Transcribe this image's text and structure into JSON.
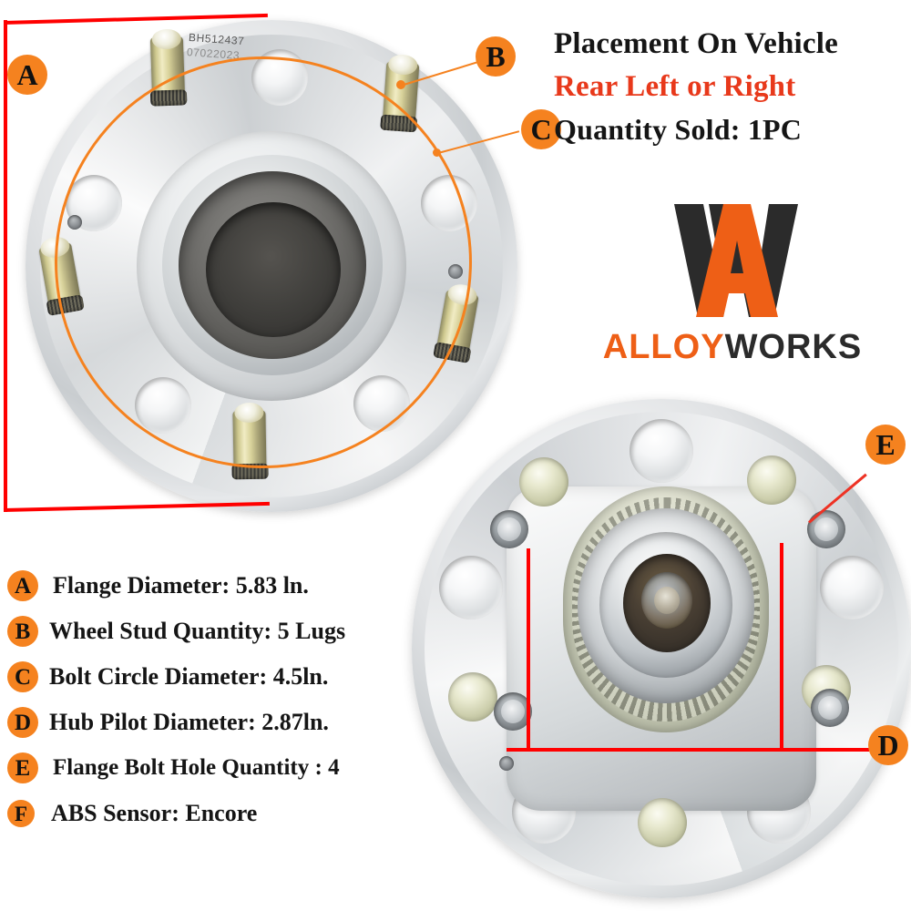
{
  "headline": {
    "line1": "Placement On Vehicle",
    "line2": "Rear Left or Right",
    "line3": "Quantity Sold: 1PC"
  },
  "brand": {
    "wordmark_primary": "ALLOY",
    "wordmark_secondary": "WORKS",
    "mark_letter": "A",
    "mark_base": "W"
  },
  "part_marking": {
    "part_number": "BH512437",
    "date_code": "07022023"
  },
  "callouts": {
    "a": "A",
    "b": "B",
    "c": "C",
    "d": "D",
    "e": "E",
    "f": "F"
  },
  "specs": [
    {
      "key": "A",
      "label": "Flange Diameter: 5.83 ln."
    },
    {
      "key": "B",
      "label": "Wheel Stud Quantity: 5 Lugs"
    },
    {
      "key": "C",
      "label": "Bolt Circle Diameter: 4.5ln."
    },
    {
      "key": "D",
      "label": "Hub Pilot Diameter: 2.87ln."
    },
    {
      "key": "E",
      "label": "Flange Bolt Hole Quantity : 4"
    },
    {
      "key": "F",
      "label": "ABS Sensor:  Encore"
    }
  ],
  "colors": {
    "accent_orange": "#F5821F",
    "headline_red": "#E8391B",
    "measure_red": "#FF0000",
    "ink": "#151515",
    "logo_dark": "#2B2B2B"
  },
  "annotations": {
    "flange_bracket": "flange-diameter-measure",
    "bolt_circle": "bolt-circle-measure",
    "pilot_measure": "hub-pilot-diameter-measure"
  }
}
